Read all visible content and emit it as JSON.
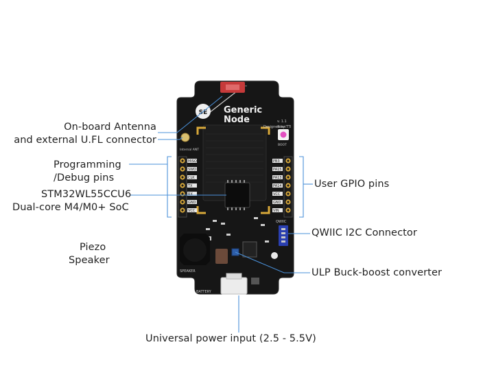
{
  "labels": {
    "antenna": [
      "On-board Antenna",
      "and external U.FL connector"
    ],
    "programming": [
      "Programming",
      "/Debug pins"
    ],
    "soc": [
      "STM32WL55CCU6",
      "Dual-core M4/M0+ SoC"
    ],
    "piezo": [
      "Piezo",
      "Speaker"
    ],
    "gpio": "User GPIO pins",
    "qwiic": "QWIIC I2C Connector",
    "buck": "ULP Buck-boost converter",
    "power": "Universal power input (2.5 - 5.5V)"
  },
  "silkscreen": {
    "brand_line1": "Generic",
    "brand_line2": "Node",
    "logo_text": "SE",
    "version": "v. 1.1",
    "designer": "Designed by TTI",
    "reset": "Reset",
    "boot": "BOOT",
    "antenna_switch": "Internal ANT",
    "left_pins": [
      "MISO",
      "SWD",
      "CLK",
      "TX",
      "RX",
      "GND",
      "VCC"
    ],
    "right_pins": [
      "PB3",
      "PA15",
      "PA13",
      "PA14",
      "VCC",
      "GND",
      "VIN"
    ],
    "qwiic_label": "QWIIC",
    "speaker_label": "SPEAKER",
    "battery_label": "BATTERY"
  },
  "colors": {
    "leader_line": "#4a90d9",
    "board": "#151515",
    "gold": "#d9a93a",
    "antenna_red": "#c63a3a",
    "qwiic_blue": "#2a3fb0"
  }
}
